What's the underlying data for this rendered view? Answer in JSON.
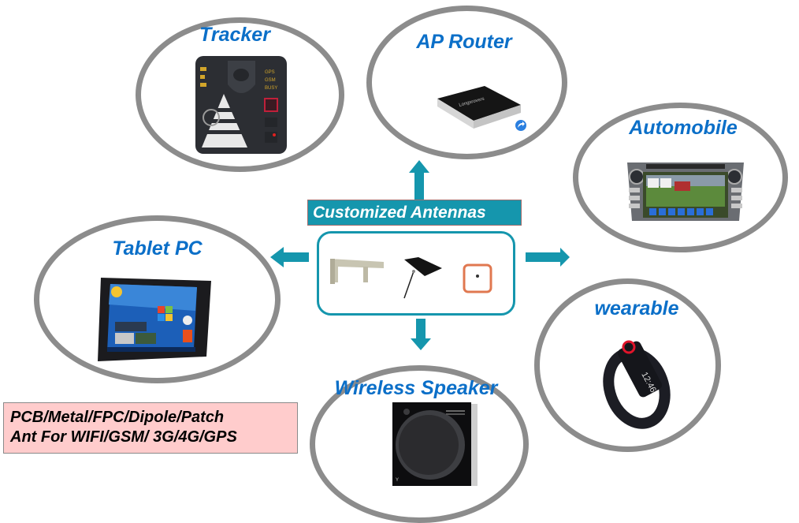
{
  "center": {
    "title": "Customized Antennas",
    "antennas": [
      "metal-antenna",
      "fpc-antenna",
      "patch-antenna"
    ]
  },
  "applications": {
    "tracker": {
      "label": "Tracker"
    },
    "ap_router": {
      "label": "AP  Router"
    },
    "automobile": {
      "label": "Automobile"
    },
    "tablet_pc": {
      "label": "Tablet PC"
    },
    "wearable": {
      "label": "wearable"
    },
    "wireless_speaker": {
      "label": "Wireless Speaker"
    }
  },
  "wearable_display": "12:46",
  "note": {
    "line1": "PCB/Metal/FPC/Dipole/Patch",
    "line2": "Ant For WIFI/GSM/ 3G/4G/GPS"
  },
  "colors": {
    "accent": "#1596ad",
    "label": "#0b6fc8",
    "ellipse_border": "#8c8c8c",
    "note_bg": "#ffcccc"
  }
}
